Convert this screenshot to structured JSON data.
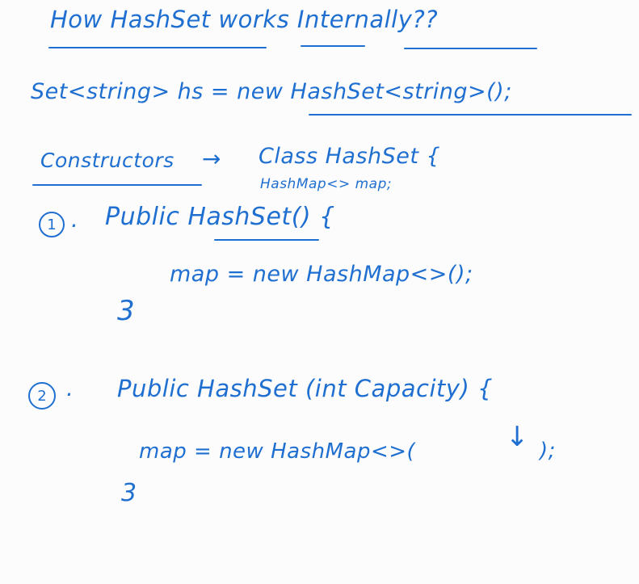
{
  "title": "How HashSet works Internally??",
  "declaration": "Set<string> hs = new HashSet<string>();",
  "constructors": {
    "label": "Constructors",
    "arrow": "→",
    "class_header": "Class HashSet {",
    "field_note": "HashMap<> map;",
    "items": [
      {
        "number": "1",
        "signature": "Public HashSet() {",
        "body": "map = new HashMap<>();",
        "close": "3"
      },
      {
        "number": "2",
        "signature": "Public HashSet (int Capacity) {",
        "body": "map = new HashMap<>(",
        "arg_arrow": "↓",
        "body_end": ");",
        "close": "3"
      }
    ]
  },
  "ink_color": "#1f6fd1"
}
